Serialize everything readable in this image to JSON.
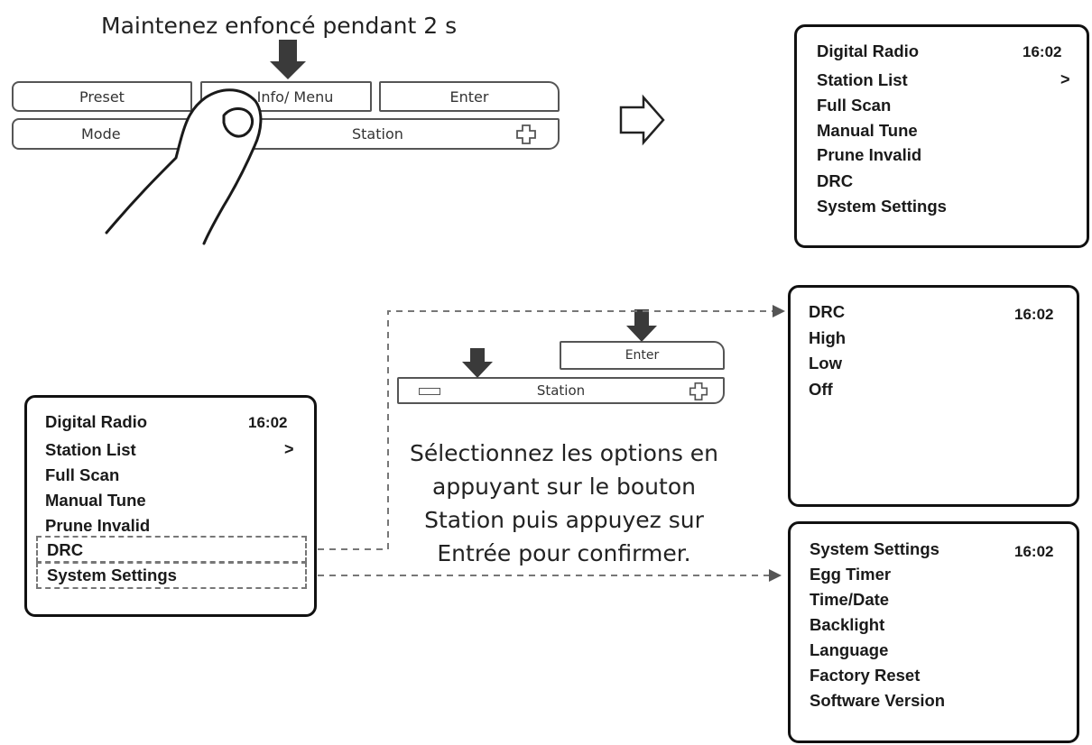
{
  "captions": {
    "hold": "Maintenez enfoncé pendant 2 s",
    "instruction": "Sélectionnez les options en appuyant sur le bouton Station puis appuyez sur Entrée pour confirmer."
  },
  "top_panel": {
    "preset": "Preset",
    "info_menu": "Info/ Menu",
    "enter": "Enter",
    "mode": "Mode",
    "station": "Station"
  },
  "mini_panel": {
    "enter": "Enter",
    "station": "Station"
  },
  "screen_main": {
    "title": "Digital Radio",
    "time": "16:02",
    "items": [
      "Station List",
      "Full Scan",
      "Manual Tune",
      "Prune Invalid",
      "DRC",
      "System Settings"
    ],
    "indicator": ">"
  },
  "screen_left": {
    "title": "Digital Radio",
    "time": "16:02",
    "items": [
      "Station List",
      "Full Scan",
      "Manual Tune",
      "Prune Invalid",
      "DRC",
      "System Settings"
    ],
    "indicator": ">"
  },
  "screen_drc": {
    "title": "DRC",
    "time": "16:02",
    "items": [
      "High",
      "Low",
      "Off"
    ]
  },
  "screen_sys": {
    "title": "System Settings",
    "time": "16:02",
    "items": [
      "Egg Timer",
      "Time/Date",
      "Backlight",
      "Language",
      "Factory Reset",
      "Software Version"
    ]
  }
}
